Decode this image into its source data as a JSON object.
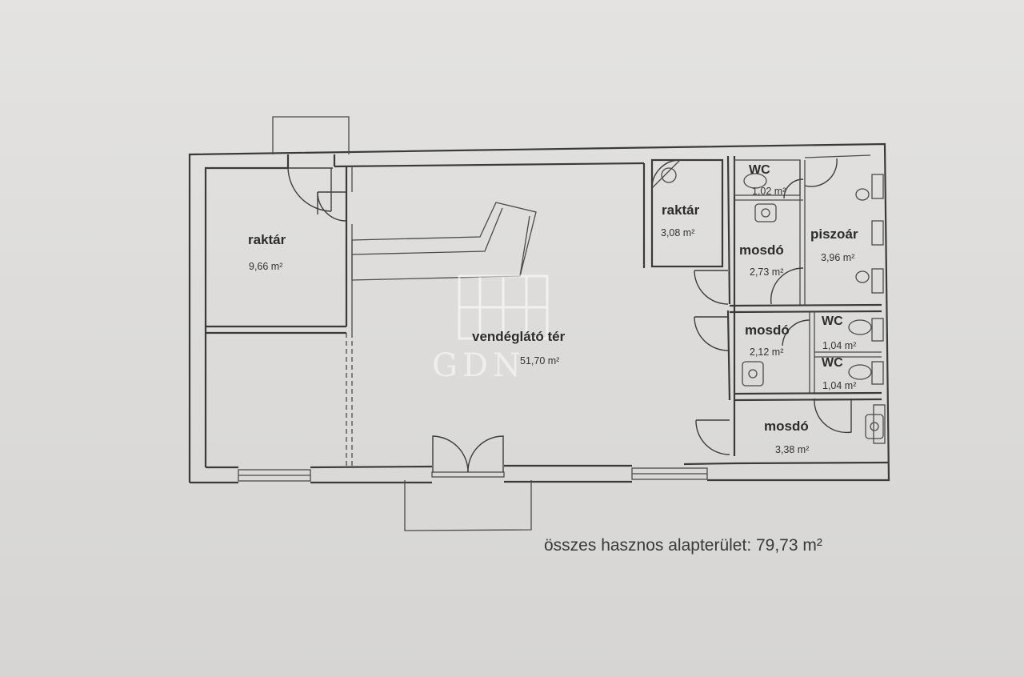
{
  "rooms": {
    "storage_large": {
      "name": "raktár",
      "area": "9,66 m²"
    },
    "storage_small": {
      "name": "raktár",
      "area": "3,08 m²"
    },
    "dining": {
      "name": "vendéglátó tér",
      "area": "51,70 m²"
    },
    "wc_top": {
      "name": "WC",
      "area": "1,02 m²"
    },
    "washroom_top": {
      "name": "mosdó",
      "area": "2,73 m²"
    },
    "urinal": {
      "name": "piszoár",
      "area": "3,96 m²"
    },
    "washroom_mid": {
      "name": "mosdó",
      "area": "2,12 m²"
    },
    "wc_mid1": {
      "name": "WC",
      "area": "1,04 m²"
    },
    "wc_mid2": {
      "name": "WC",
      "area": "1,04 m²"
    },
    "washroom_bottom": {
      "name": "mosdó",
      "area": "3,38 m²"
    }
  },
  "total_area": "összes hasznos alapterület: 79,73 m²",
  "watermark": {
    "text": "GDN"
  },
  "colors": {
    "wall": "#3a3a3a",
    "paper": "#dedddb"
  }
}
